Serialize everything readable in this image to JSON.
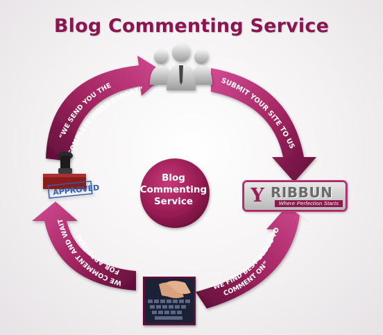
{
  "title": "Blog Commenting Service",
  "center": {
    "line1": "Blog",
    "line2": "Commenting",
    "line3": "Service"
  },
  "steps": {
    "submit": "SUBMIT YOUR SITE TO US",
    "find_line1": "“WE FIND BEST BLOGS TO",
    "find_line2": "COMMENT ON”",
    "comment_line1": "WE COMMENT AND WAIT",
    "comment_line2": "FOR APPROVAL",
    "report_line1": "“WE SEND YOU THE",
    "report_line2": "COMPLETE WORK REPORT”"
  },
  "ribbun": {
    "mark": "Y",
    "brand": "RIBBUN",
    "tagline": "Where Perfection Starts"
  },
  "stamp": {
    "label": "APPROVED"
  },
  "colors": {
    "arrow_dark": "#6a1040",
    "arrow_light": "#c23a82",
    "title": "#8a1550",
    "center_circle": "#9b1d55",
    "stamp_blue": "#2f5fb0"
  }
}
